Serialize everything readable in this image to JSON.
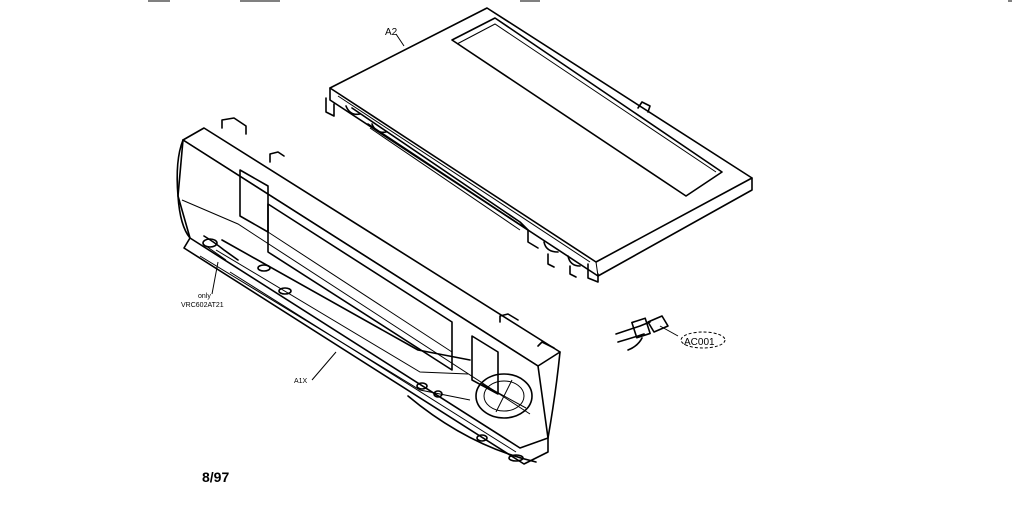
{
  "labels": {
    "a2": "A2",
    "a1x": "A1X",
    "only": "only",
    "model": "VRC602AT21",
    "ac001": "AC001",
    "date": "8/97"
  }
}
